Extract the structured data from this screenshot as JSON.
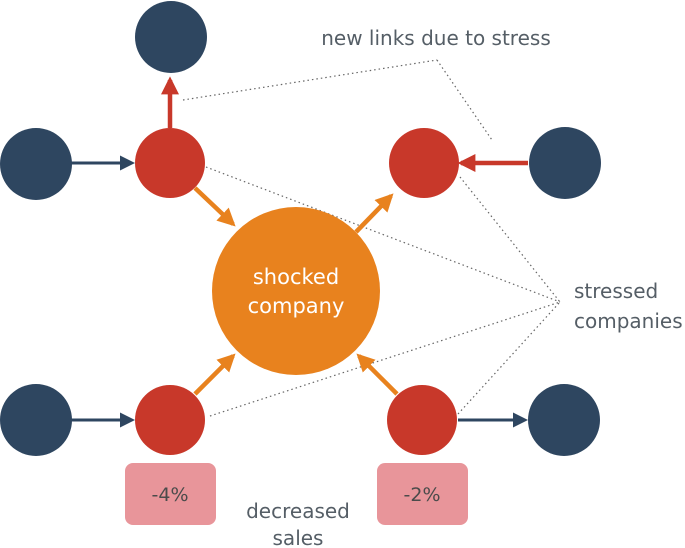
{
  "diagram": {
    "center": {
      "lines": [
        "shocked",
        "company"
      ]
    },
    "annotations": {
      "new_links": "new links due to stress",
      "stressed": [
        "stressed",
        "companies"
      ],
      "decreased": [
        "decreased",
        "sales"
      ]
    },
    "badges": [
      "-4%",
      "-2%"
    ],
    "colors": {
      "shocked": "#e8821e",
      "stressed": "#c8382a",
      "other": "#2e4660",
      "badge": "#e8959a",
      "dotted": "#666666"
    }
  }
}
